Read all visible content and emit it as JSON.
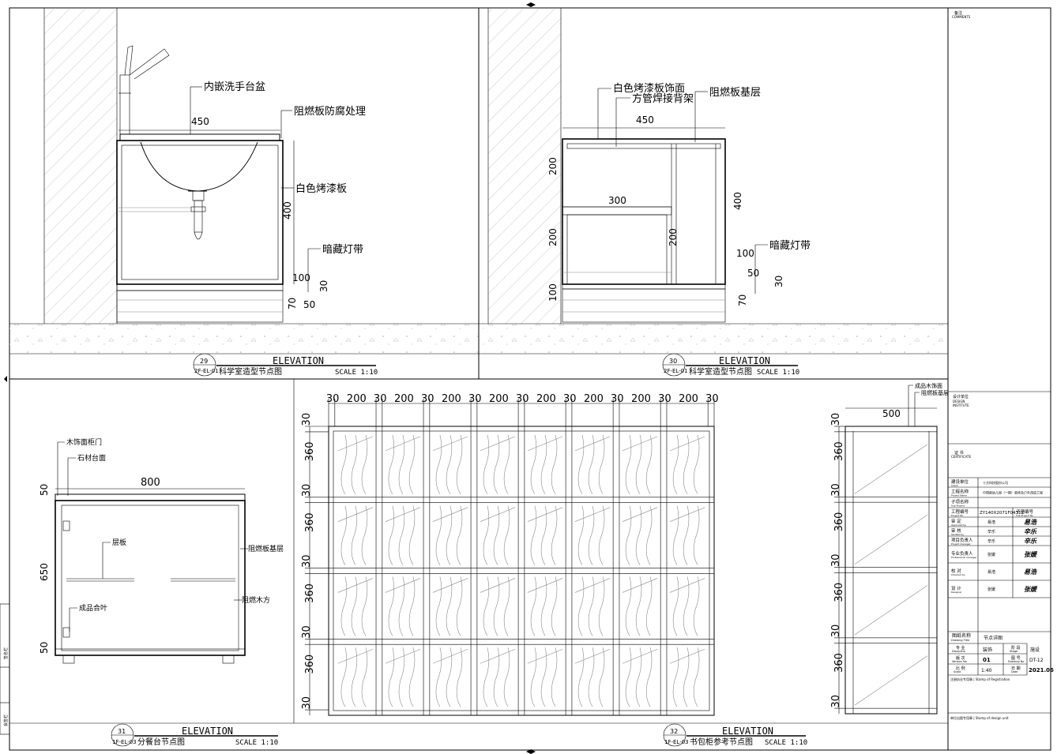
{
  "panels": [
    {
      "id": "p29",
      "num": "29",
      "ref": "2F-EL-01",
      "title": "ELEVATION",
      "subtitle": "科学室造型节点图",
      "scale": "SCALE 1:10"
    },
    {
      "id": "p30",
      "num": "30",
      "ref": "2F-EL-01",
      "title": "ELEVATION",
      "subtitle": "科学室造型节点图",
      "scale": "SCALE 1:10"
    },
    {
      "id": "p31",
      "num": "31",
      "ref": "1F-EL-03",
      "title": "ELEVATION",
      "subtitle": "分餐台节点图",
      "scale": "SCALE 1:10"
    },
    {
      "id": "p32",
      "num": "32",
      "ref": "1F-EL-03",
      "title": "ELEVATION",
      "subtitle": "书包柜参考节点图",
      "scale": "SCALE 1:10"
    }
  ],
  "p29": {
    "labels": {
      "basin": "内嵌洗手台盆",
      "fireproof": "阻燃板防腐处理",
      "paint": "白色烤漆板",
      "light": "暗藏灯带"
    },
    "dims": {
      "w450": "450",
      "h400": "400",
      "d100": "100",
      "d30": "30",
      "d50": "50",
      "d70": "70"
    }
  },
  "p30": {
    "labels": {
      "finish": "白色烤漆板饰面",
      "frame": "方管焊接背架",
      "base": "阻燃板基层",
      "light": "暗藏灯带"
    },
    "dims": {
      "w450": "450",
      "w300": "300",
      "h200a": "200",
      "h200b": "200",
      "h200c": "200",
      "h400": "400",
      "h100": "100",
      "d100": "100",
      "d50": "50",
      "d30": "30",
      "d70": "70"
    }
  },
  "p31": {
    "labels": {
      "door": "木饰面柜门",
      "stone": "石材台面",
      "shelf": "层板",
      "hinge": "成品合叶",
      "baseboard": "阻燃板基层",
      "wood": "阻燃木方"
    },
    "dims": {
      "w800": "800",
      "h650": "650",
      "h50a": "50",
      "h50b": "50"
    }
  },
  "p32mid": {
    "topdims": [
      "30",
      "200",
      "30",
      "200",
      "30",
      "200",
      "30",
      "200",
      "30",
      "200",
      "30",
      "200",
      "30",
      "200",
      "30",
      "200",
      "30"
    ],
    "sidedims": [
      "30",
      "360",
      "30",
      "360",
      "30",
      "360",
      "30",
      "360",
      "30"
    ]
  },
  "p32right": {
    "labels": {
      "finish": "成品木饰面",
      "base": "阻燃板基层"
    },
    "w500": "500",
    "sidedims": [
      "30",
      "360",
      "30",
      "360",
      "30",
      "360",
      "30",
      "360",
      "30"
    ]
  },
  "titleblock": {
    "remarks": "备注",
    "remarks_en": "COMMENTS",
    "design_unit": "设计单位",
    "design_unit_en": "DESIGN",
    "design_unit_en2": "INSTITUTE",
    "cert": "证 书",
    "cert_en": "CERTIFICATE",
    "rows": [
      {
        "label": "建设单位",
        "sub": "Client",
        "value": "十方科技股份公司"
      },
      {
        "label": "工程名称",
        "sub": "Project Name",
        "value": "中国邮幼儿园（一期）装修及户外改造工程"
      },
      {
        "label": "子项名称",
        "sub": "Sub-Project",
        "value": ""
      },
      {
        "label": "工程编号",
        "sub": "Project No",
        "value": "ZY140X2071F0431Z",
        "label2": "子项编号",
        "sub2": "Sub-Project No",
        "value2": ""
      },
      {
        "label": "审 定",
        "sub": "Approved by",
        "value": "易浩",
        "sign": "易浩"
      },
      {
        "label": "审 核",
        "sub": "Verified by",
        "value": "辛乐",
        "sign": "辛乐"
      },
      {
        "label": "项目负责人",
        "sub": "Project manager",
        "value": "辛乐",
        "sign": "辛乐"
      },
      {
        "label": "专业负责人",
        "sub": "Professional manager",
        "value": "张媛",
        "sign": "张媛"
      },
      {
        "label": "校 对",
        "sub": "Checked by",
        "value": "易浩",
        "sign": "易浩"
      },
      {
        "label": "设 计",
        "sub": "Designer",
        "value": "张媛",
        "sign": "张媛"
      }
    ],
    "drawing_title_label": "图纸名称",
    "drawing_title_sub": "Drawing Title",
    "drawing_title": "节点详图",
    "spec_label": "专 业",
    "spec_sub": "Discipline",
    "spec": "装饰",
    "stage_label": "阶 段",
    "stage_sub": "Stage",
    "stage": "施设",
    "ver_label": "版 次",
    "ver_sub": "Version No",
    "ver": "01",
    "dwg_no_label": "图 号",
    "dwg_no_sub": "Drawing No",
    "dwg_no": "DT-12",
    "scale_label": "比 例",
    "scale_sub": "Scale",
    "scale": "1:40",
    "date_label": "日 期",
    "date_sub": "Date",
    "date": "2021.06",
    "reg_stamp": "注册执业专用章 | Stamp of Registration",
    "unit_stamp": "单位出图专用章 | Stamp of design unit"
  },
  "leftstrip": {
    "a": "签名栏",
    "b": "会签栏"
  }
}
